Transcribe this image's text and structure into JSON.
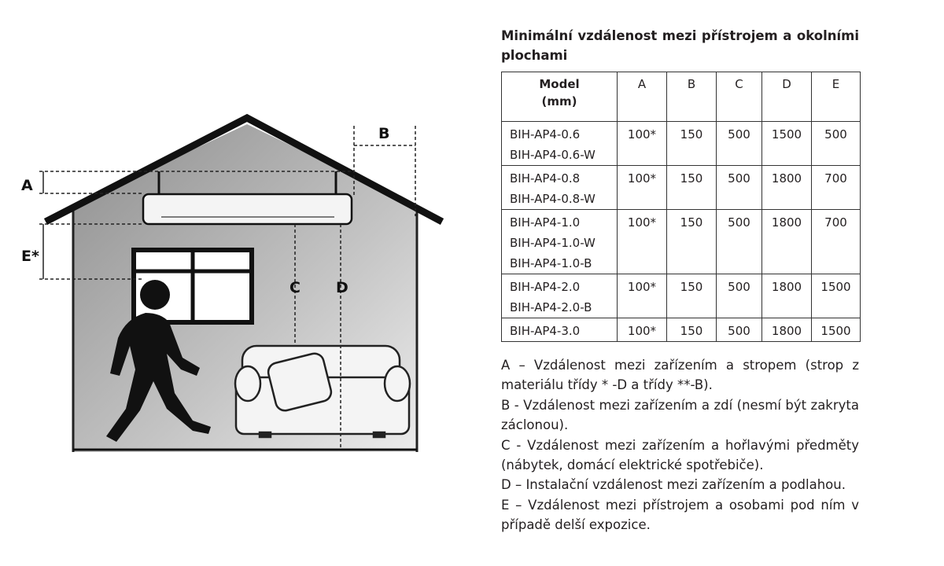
{
  "diagram": {
    "labels": {
      "a": "A",
      "b": "B",
      "c": "C",
      "d": "D",
      "e": "E*"
    }
  },
  "title": "Minimální vzdálenost mezi přístrojem a okolními plochami",
  "table": {
    "header": {
      "model_line1": "Model",
      "model_line2": "(mm)",
      "cols": [
        "A",
        "B",
        "C",
        "D",
        "E"
      ]
    },
    "rows": [
      {
        "models": [
          "BIH-AP4-0.6",
          "BIH-AP4-0.6-W"
        ],
        "values": [
          "100*",
          "150",
          "500",
          "1500",
          "500"
        ]
      },
      {
        "models": [
          "BIH-AP4-0.8",
          "BIH-AP4-0.8-W"
        ],
        "values": [
          "100*",
          "150",
          "500",
          "1800",
          "700"
        ]
      },
      {
        "models": [
          "BIH-AP4-1.0",
          "BIH-AP4-1.0-W",
          "BIH-AP4-1.0-B"
        ],
        "values": [
          "100*",
          "150",
          "500",
          "1800",
          "700"
        ]
      },
      {
        "models": [
          "BIH-AP4-2.0",
          "BIH-AP4-2.0-B"
        ],
        "values": [
          "100*",
          "150",
          "500",
          "1800",
          "1500"
        ]
      },
      {
        "models": [
          "BIH-AP4-3.0"
        ],
        "values": [
          "100*",
          "150",
          "500",
          "1800",
          "1500"
        ]
      }
    ]
  },
  "legend": [
    "A – Vzdálenost mezi zařízením  a stropem (strop z materiálu třídy * -D a třídy **-B).",
    "B - Vzdálenost mezi zařízením a zdí (nesmí být zakryta záclonou).",
    "C - Vzdálenost mezi zařízením  a hořlavými předměty (nábytek, domácí elektrické spotřebiče).",
    "D – Instalační vzdálenost mezi zařízením a podlahou.",
    "E – Vzdálenost mezi přístrojem a osobami  pod ním v případě delší expozice."
  ]
}
